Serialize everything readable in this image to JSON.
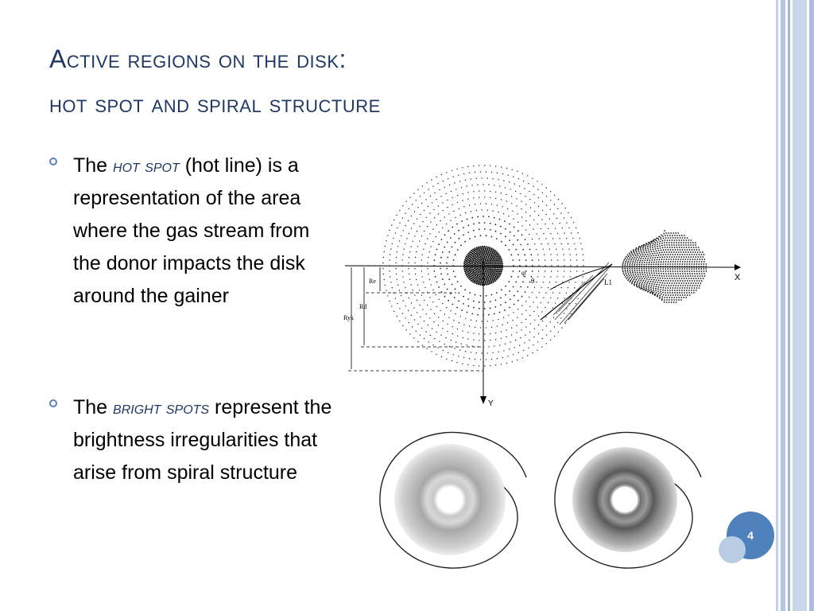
{
  "title": {
    "line1": "Active regions on the disk:",
    "line2": "hot spot and spiral structure"
  },
  "bullets": [
    {
      "prefix": "The ",
      "highlight": "hot spot",
      "rest": " (hot line) is a representation of the area where the gas stream from the donor impacts the disk around the gainer"
    },
    {
      "prefix": "The ",
      "highlight": "bright spots",
      "rest": " represent the brightness irregularities that arise from spiral structure"
    }
  ],
  "diagram_labels": {
    "x_axis": "X",
    "y_axis": "Y",
    "re": "Re",
    "rd": "Rd",
    "ryk": "Ryk",
    "l1": "L1",
    "phi": "φ",
    "theta": "θ"
  },
  "page_number": "4",
  "colors": {
    "title": "#1f3864",
    "bullet": "#5b7fc0",
    "page_circle": "#4f81bd",
    "page_circle_light": "#b8cce4"
  }
}
